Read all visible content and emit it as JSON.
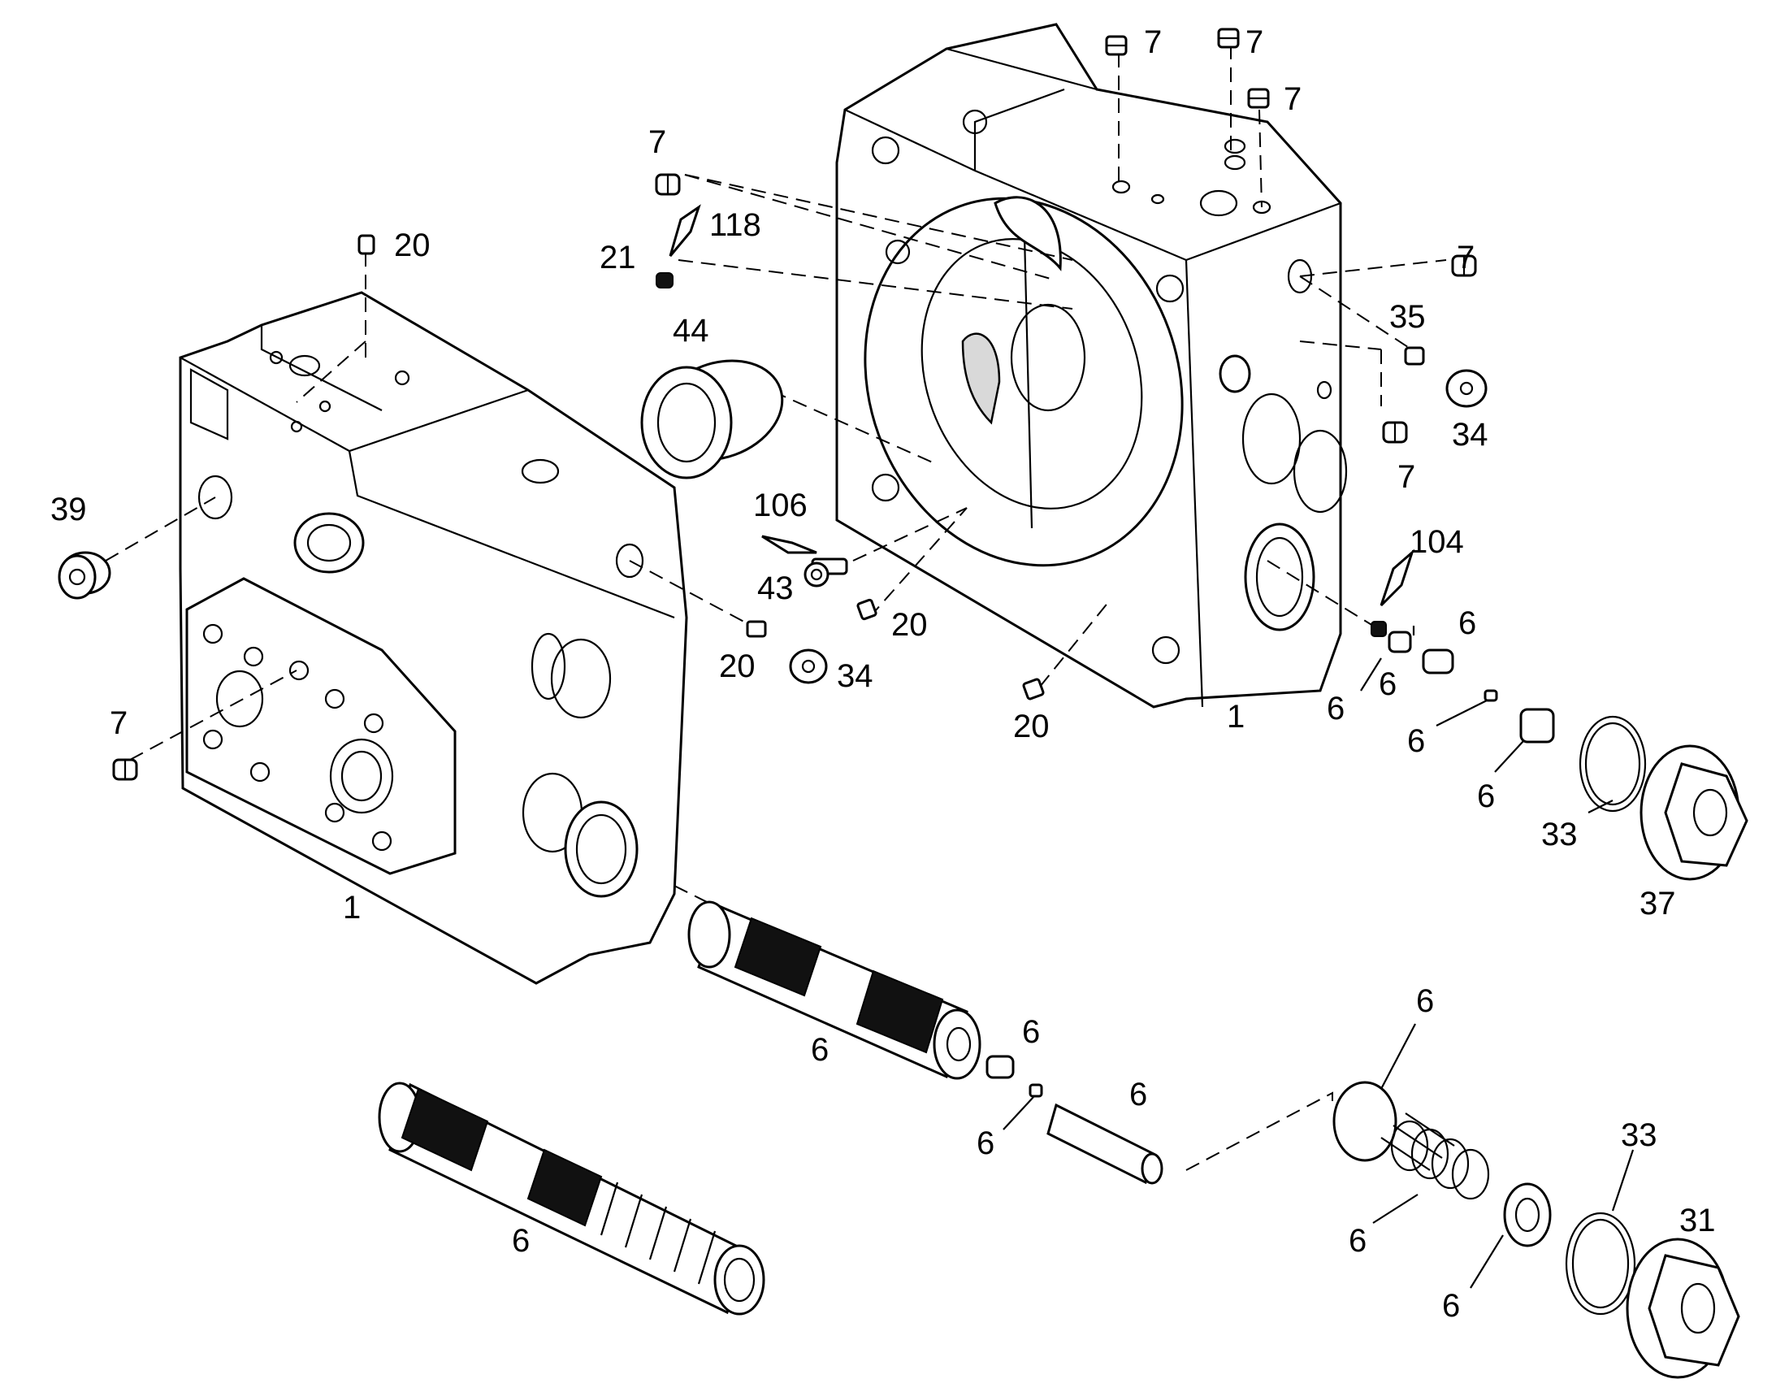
{
  "callouts": [
    {
      "id": "lbl-7-top-a",
      "text": "7"
    },
    {
      "id": "lbl-7-top-b",
      "text": "7"
    },
    {
      "id": "lbl-7-top-c",
      "text": "7"
    },
    {
      "id": "lbl-7-left-upper",
      "text": "7"
    },
    {
      "id": "lbl-118",
      "text": "118"
    },
    {
      "id": "lbl-21",
      "text": "21"
    },
    {
      "id": "lbl-44",
      "text": "44"
    },
    {
      "id": "lbl-20-top",
      "text": "20"
    },
    {
      "id": "lbl-39",
      "text": "39"
    },
    {
      "id": "lbl-7-right-upper",
      "text": "7"
    },
    {
      "id": "lbl-35",
      "text": "35"
    },
    {
      "id": "lbl-34-right",
      "text": "34"
    },
    {
      "id": "lbl-7-right-lower",
      "text": "7"
    },
    {
      "id": "lbl-106",
      "text": "106"
    },
    {
      "id": "lbl-43",
      "text": "43"
    },
    {
      "id": "lbl-20-mid",
      "text": "20"
    },
    {
      "id": "lbl-104",
      "text": "104"
    },
    {
      "id": "lbl-20-left",
      "text": "20"
    },
    {
      "id": "lbl-34-left",
      "text": "34"
    },
    {
      "id": "lbl-7-left-lower",
      "text": "7"
    },
    {
      "id": "lbl-6-a",
      "text": "6"
    },
    {
      "id": "lbl-6-b",
      "text": "6"
    },
    {
      "id": "lbl-6-c",
      "text": "6"
    },
    {
      "id": "lbl-6-d",
      "text": "6"
    },
    {
      "id": "lbl-6-e",
      "text": "6"
    },
    {
      "id": "lbl-20-bottom",
      "text": "20"
    },
    {
      "id": "lbl-1-right",
      "text": "1"
    },
    {
      "id": "lbl-33-right",
      "text": "33"
    },
    {
      "id": "lbl-37",
      "text": "37"
    },
    {
      "id": "lbl-1-left",
      "text": "1"
    },
    {
      "id": "lbl-6-spool-upper",
      "text": "6"
    },
    {
      "id": "lbl-6-f",
      "text": "6"
    },
    {
      "id": "lbl-6-g",
      "text": "6"
    },
    {
      "id": "lbl-6-h",
      "text": "6"
    },
    {
      "id": "lbl-6-i",
      "text": "6"
    },
    {
      "id": "lbl-6-spool-lower",
      "text": "6"
    },
    {
      "id": "lbl-6-j",
      "text": "6"
    },
    {
      "id": "lbl-6-k",
      "text": "6"
    },
    {
      "id": "lbl-33-bottom",
      "text": "33"
    },
    {
      "id": "lbl-31",
      "text": "31"
    }
  ]
}
